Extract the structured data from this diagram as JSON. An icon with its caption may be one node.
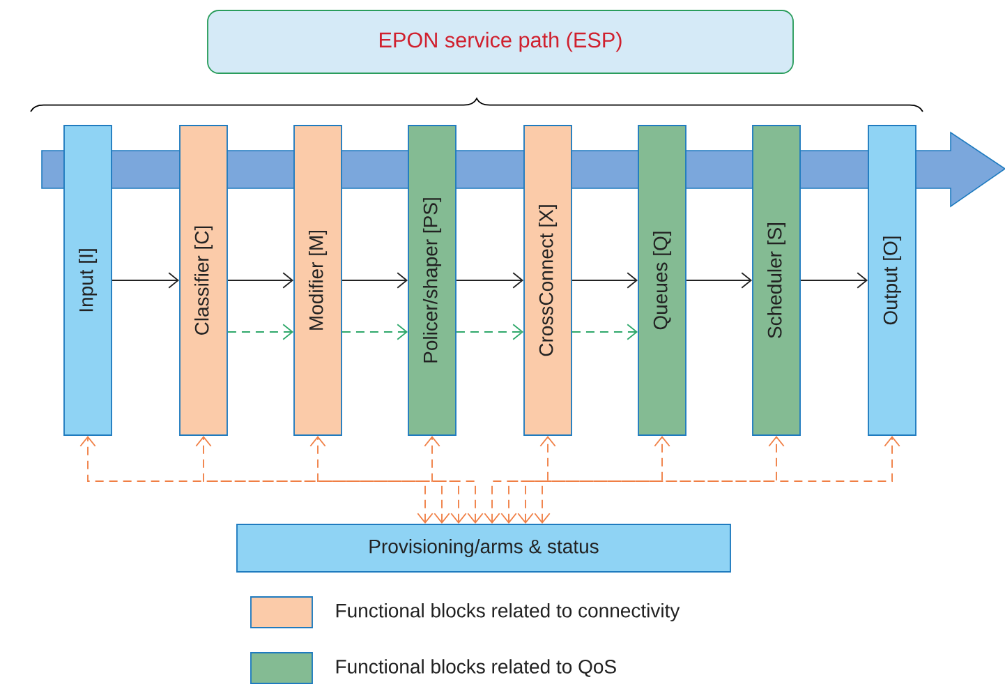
{
  "diagram": {
    "nodes": [
      {
        "text": [
          "EPON service path (ESP)"
        ]
      },
      {
        "text": [
          "Input [I]"
        ]
      },
      {
        "text": [
          "Classifier [C]"
        ]
      },
      {
        "text": [
          "Modifier [M]"
        ]
      },
      {
        "text": [
          "Policer/shaper [PS]"
        ]
      },
      {
        "text": [
          "CrossConnect [X]"
        ]
      },
      {
        "text": [
          "Queues [Q]"
        ]
      },
      {
        "text": [
          "Scheduler [S]"
        ]
      },
      {
        "text": [
          "Output [O]"
        ]
      },
      {
        "text": [
          "Provisioning/arms & status"
        ]
      }
    ],
    "edges": [
      {
        "from": 1,
        "to": 2,
        "arrow": "to",
        "color": "#222222"
      },
      {
        "from": 2,
        "to": 3,
        "arrow": "to",
        "color": "#222222"
      },
      {
        "from": 3,
        "to": 4,
        "arrow": "to",
        "color": "#222222"
      },
      {
        "from": 4,
        "to": 5,
        "arrow": "to",
        "color": "#222222"
      },
      {
        "from": 5,
        "to": 6,
        "arrow": "to",
        "color": "#222222"
      },
      {
        "from": 6,
        "to": 7,
        "arrow": "to",
        "color": "#222222"
      },
      {
        "from": 7,
        "to": 8,
        "arrow": "to",
        "color": "#222222"
      },
      {
        "from": 2,
        "to": 3,
        "arrow": "to",
        "style": "dashed",
        "color": "#2ea86a"
      },
      {
        "from": 3,
        "to": 4,
        "arrow": "to",
        "style": "dashed",
        "color": "#2ea86a"
      },
      {
        "from": 4,
        "to": 5,
        "arrow": "to",
        "style": "dashed",
        "color": "#2ea86a"
      },
      {
        "from": 5,
        "to": 6,
        "arrow": "to",
        "style": "dashed",
        "color": "#2ea86a"
      },
      {
        "from": 9,
        "to": 1,
        "arrow": "both",
        "style": "dashed",
        "color": "#f07f45"
      },
      {
        "from": 9,
        "to": 2,
        "arrow": "both",
        "style": "dashed",
        "color": "#f07f45"
      },
      {
        "from": 9,
        "to": 3,
        "arrow": "both",
        "style": "dashed",
        "color": "#f07f45"
      },
      {
        "from": 9,
        "to": 4,
        "arrow": "both",
        "style": "dashed",
        "color": "#f07f45"
      },
      {
        "from": 9,
        "to": 5,
        "arrow": "both",
        "style": "dashed",
        "color": "#f07f45"
      },
      {
        "from": 9,
        "to": 6,
        "arrow": "both",
        "style": "dashed",
        "color": "#f07f45"
      },
      {
        "from": 9,
        "to": 7,
        "arrow": "both",
        "style": "dashed",
        "color": "#f07f45"
      },
      {
        "from": 9,
        "to": 8,
        "arrow": "both",
        "style": "dashed",
        "color": "#f07f45"
      }
    ],
    "legend": [
      {
        "text": "Functional blocks related to connectivity",
        "color": "#fbcba9"
      },
      {
        "text": "Functional blocks related to QoS",
        "color": "#84bb93"
      }
    ]
  }
}
